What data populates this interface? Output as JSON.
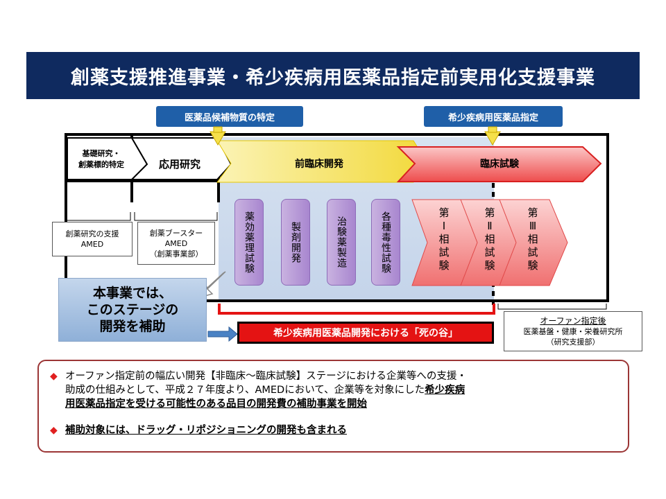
{
  "title": "創薬支援推進事業・希少疾病用医薬品指定前実用化支援事業",
  "tags": {
    "candidate": "医薬品候補物質の特定",
    "orphan_designation": "希少疾病用医薬品指定"
  },
  "stages": {
    "basic": [
      "基礎研究・",
      "創薬標的特定"
    ],
    "applied": "応用研究",
    "preclinical": "前臨床開発",
    "clinical": "臨床試験"
  },
  "preclinical_items": [
    "薬効薬理試験",
    "製剤開発",
    "治験薬製造",
    "各種毒性試験"
  ],
  "phases": [
    "第\nⅠ\n相\n試\n験",
    "第\nⅡ\n相\n試\n験",
    "第\nⅢ\n相\n試\n験"
  ],
  "support_boxes": {
    "discovery_support": [
      "創薬研究の支援",
      "AMED"
    ],
    "booster": [
      "創薬ブースター",
      "AMED",
      "（創薬事業部）"
    ],
    "after_orphan": [
      "オーファン指定後",
      "医薬基盤・健康・栄養研究所",
      "（研究支援部）"
    ]
  },
  "hojo": [
    "本事業では、",
    "このステージの",
    "開発を補助"
  ],
  "death_valley": "希少疾病用医薬品開発における「死の谷」",
  "bullets": {
    "b1_line1": "オーファン指定前の幅広い開発【非臨床～臨床試験】ステージにおける企業等への支援・",
    "b1_line2_plain": "助成の仕組みとして、平成２７年度より、AMEDにおいて、企業等を対象にした",
    "b1_line2_bold": "希少疾病",
    "b1_line3_bold": "用医薬品指定を受ける可能性のある品目の開発費の補助事業を開始",
    "b2": "補助対象には、ドラッグ・リポジショニングの開発も含まれる"
  },
  "colors": {
    "title_bg": "#0f2a5f",
    "tag_bg": "#1f5fa8",
    "arrow_yellow": "#f5e04a",
    "clinical_red": "#ee4444",
    "valley_red": "#e41313",
    "pill_purple": "#b497d6"
  }
}
